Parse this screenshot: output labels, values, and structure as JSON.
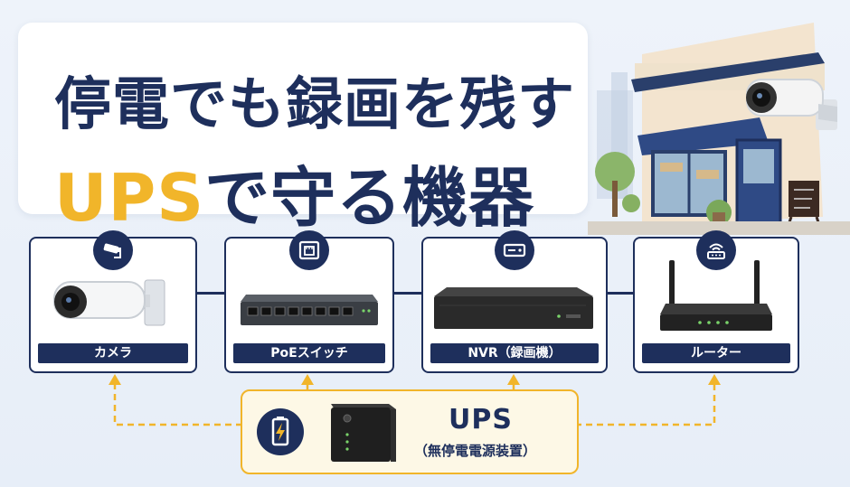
{
  "title": {
    "line1": "停電でも録画を残す",
    "line2_accent": "UPS",
    "line2_rest": "で守る機器"
  },
  "devices": [
    {
      "label": "カメラ",
      "icon": "cctv-camera-icon"
    },
    {
      "label": "PoEスイッチ",
      "icon": "ethernet-port-icon"
    },
    {
      "label": "NVR（録画機）",
      "icon": "recorder-icon"
    },
    {
      "label": "ルーター",
      "icon": "wifi-router-icon"
    }
  ],
  "ups": {
    "title": "UPS",
    "subtitle": "（無停電電源装置）",
    "icon": "battery-charging-icon"
  },
  "colors": {
    "navy": "#1e2f5c",
    "accent": "#f1b52a",
    "ups_bg": "#fdf8e6"
  }
}
